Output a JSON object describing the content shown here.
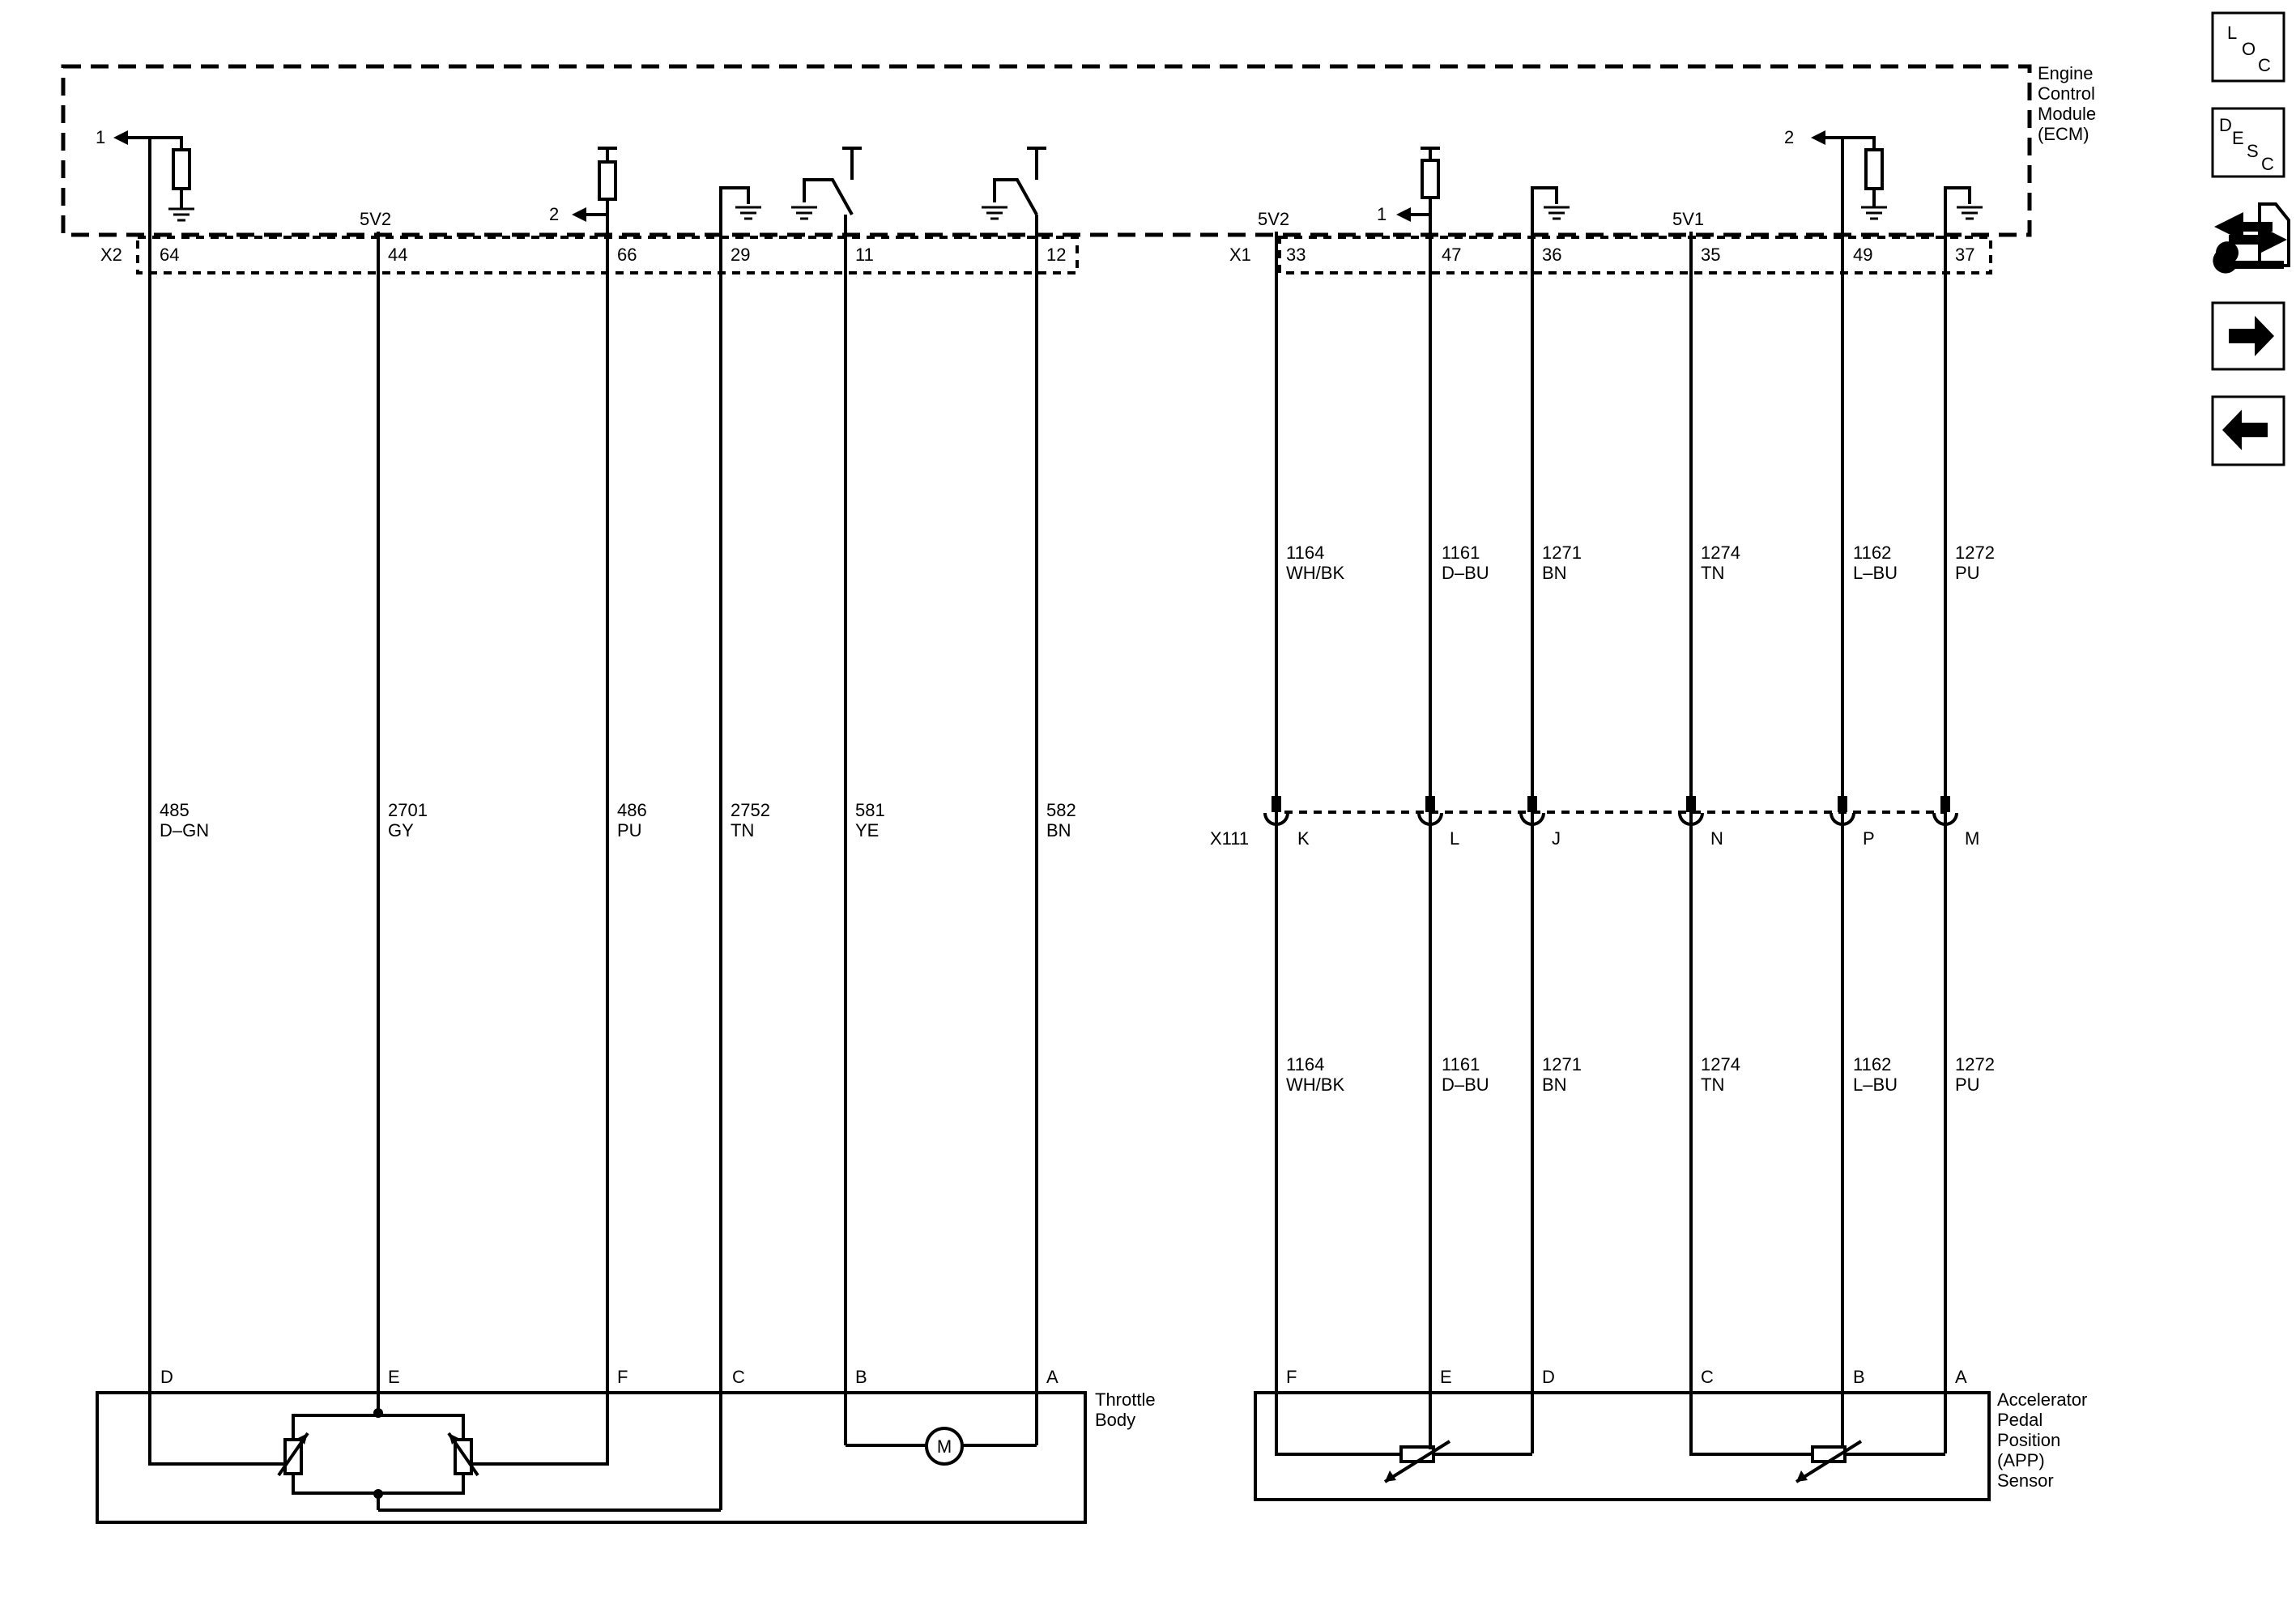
{
  "ecm": {
    "lines": [
      "Engine",
      "Control",
      "Module",
      "(ECM)"
    ],
    "connector_x2": "X2",
    "connector_x1": "X1"
  },
  "left_circuits": [
    {
      "pin": "64",
      "circuit": "485",
      "color": "D–GN",
      "term": "D"
    },
    {
      "pin": "44",
      "circuit": "2701",
      "color": "GY",
      "term": "E",
      "supply": "5V2"
    },
    {
      "pin": "66",
      "circuit": "486",
      "color": "PU",
      "term": "F"
    },
    {
      "pin": "29",
      "circuit": "2752",
      "color": "TN",
      "term": "C"
    },
    {
      "pin": "11",
      "circuit": "581",
      "color": "YE",
      "term": "B"
    },
    {
      "pin": "12",
      "circuit": "582",
      "color": "BN",
      "term": "A"
    }
  ],
  "right_circuits": [
    {
      "pin": "33",
      "circuit": "1164",
      "color": "WH/BK",
      "inline": "K",
      "term": "F",
      "supply": "5V2"
    },
    {
      "pin": "47",
      "circuit": "1161",
      "color": "D–BU",
      "inline": "L",
      "term": "E"
    },
    {
      "pin": "36",
      "circuit": "1271",
      "color": "BN",
      "inline": "J",
      "term": "D"
    },
    {
      "pin": "35",
      "circuit": "1274",
      "color": "TN",
      "inline": "N",
      "term": "C",
      "supply": "5V1"
    },
    {
      "pin": "49",
      "circuit": "1162",
      "color": "L–BU",
      "inline": "P",
      "term": "B"
    },
    {
      "pin": "37",
      "circuit": "1272",
      "color": "PU",
      "inline": "M",
      "term": "A"
    }
  ],
  "refs": {
    "one": "1",
    "two": "2"
  },
  "inline_connector": "X111",
  "motor": "M",
  "throttle_body": [
    "Throttle",
    "Body"
  ],
  "app_sensor": [
    "Accelerator",
    "Pedal",
    "Position",
    "(APP)",
    "Sensor"
  ],
  "side_buttons": [
    {
      "name": "loc-button",
      "letters": [
        "L",
        "O",
        "C"
      ]
    },
    {
      "name": "desc-button",
      "letters": [
        "D",
        "E",
        "S",
        "C"
      ]
    },
    {
      "name": "connector-view-button",
      "icon": "connector-wrench-icon"
    },
    {
      "name": "next-button",
      "icon": "arrow-right-icon"
    },
    {
      "name": "previous-button",
      "icon": "arrow-left-icon"
    }
  ]
}
